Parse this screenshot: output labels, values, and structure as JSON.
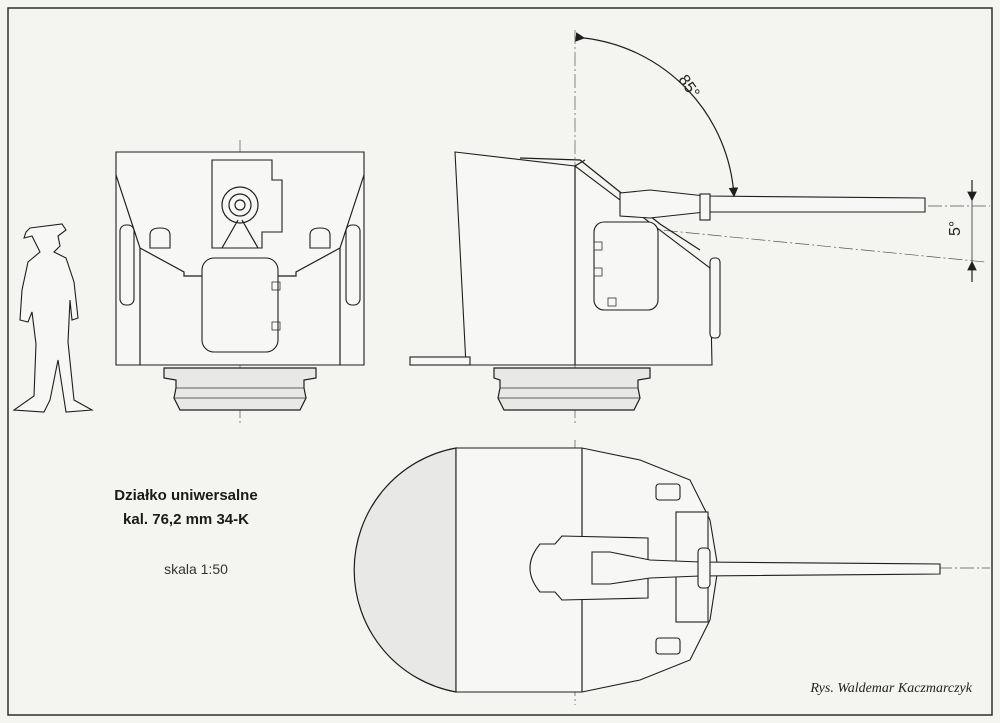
{
  "title_line1": "Działko uniwersalne",
  "title_line2": "kal. 76,2 mm 34-K",
  "scale": "skala 1:50",
  "credit": "Rys. Waldemar Kaczmarczyk",
  "elevation_angle": "85°",
  "depression_angle": "5°"
}
